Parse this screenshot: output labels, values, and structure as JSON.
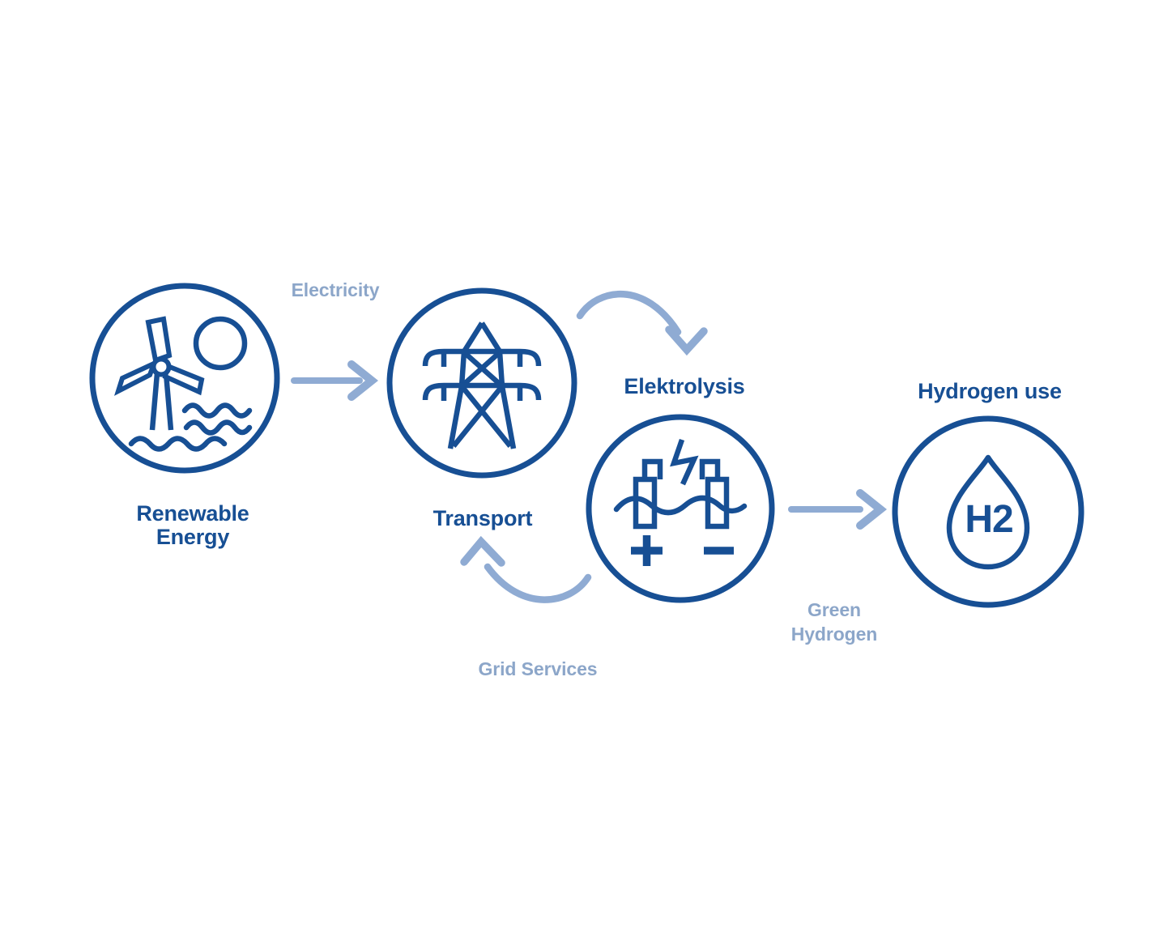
{
  "title": "Green hydrogen process diagram",
  "colors": {
    "background": "#ffffff",
    "primary": "#174f94",
    "accent": "#8fabd3",
    "label_light": "#8ca6c9"
  },
  "nodes": {
    "renewable": {
      "label_line1": "Renewable",
      "label_line2": "Energy",
      "icon": "offshore-wind-turbine-and-sun-icon"
    },
    "transport": {
      "label": "Transport",
      "icon": "electricity-pylon-icon"
    },
    "electrolysis": {
      "label": "Elektrolysis",
      "icon": "electrolyzer-icon",
      "anode_sign": "+",
      "cathode_sign": "−"
    },
    "hydrogen": {
      "label": "Hydrogen use",
      "icon": "h2-water-droplet-icon",
      "molecule": "H2"
    }
  },
  "flows": {
    "electricity": {
      "label": "Electricity",
      "from": "renewable",
      "to": "transport"
    },
    "transport_to_electrolysis": {
      "label": "",
      "from": "transport",
      "to": "electrolysis"
    },
    "green_hydrogen": {
      "label_line1": "Green",
      "label_line2": "Hydrogen",
      "from": "electrolysis",
      "to": "hydrogen"
    },
    "grid_services": {
      "label": "Grid Services",
      "from": "electrolysis",
      "to": "transport"
    }
  }
}
